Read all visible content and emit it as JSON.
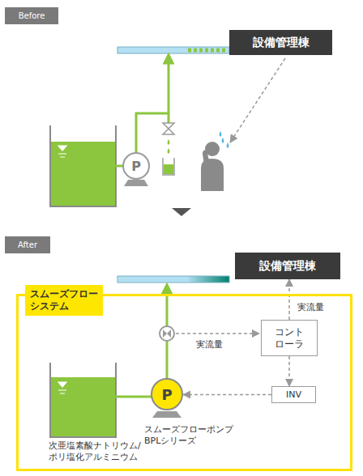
{
  "diagram": {
    "nodes": [
      {
        "text": [
          "Before"
        ]
      },
      {
        "text": [
          "設備管理棟"
        ]
      },
      {
        "text": [
          "P"
        ]
      },
      {
        "text": [
          "After"
        ]
      },
      {
        "text": [
          "スムーズフロー システム"
        ]
      },
      {
        "text": [
          "設備管理棟"
        ]
      },
      {
        "text": [
          "コント ローラ"
        ],
        "in": 4
      },
      {
        "text": [
          "INV"
        ],
        "in": 4
      },
      {
        "text": [
          "P"
        ],
        "in": 4
      }
    ],
    "edges": [
      {
        "from": 6,
        "to": 5,
        "arrow": "to",
        "label": "実流量"
      },
      {
        "from": 6,
        "to": 7,
        "arrow": "to"
      },
      {
        "from": 7,
        "to": 8,
        "arrow": "to"
      }
    ],
    "labels": [
      "実流量",
      "次亜塩素酸ナトリウム/ ポリ塩化アルミニウム",
      "スムーズフローポンプ BPLシリーズ"
    ]
  }
}
